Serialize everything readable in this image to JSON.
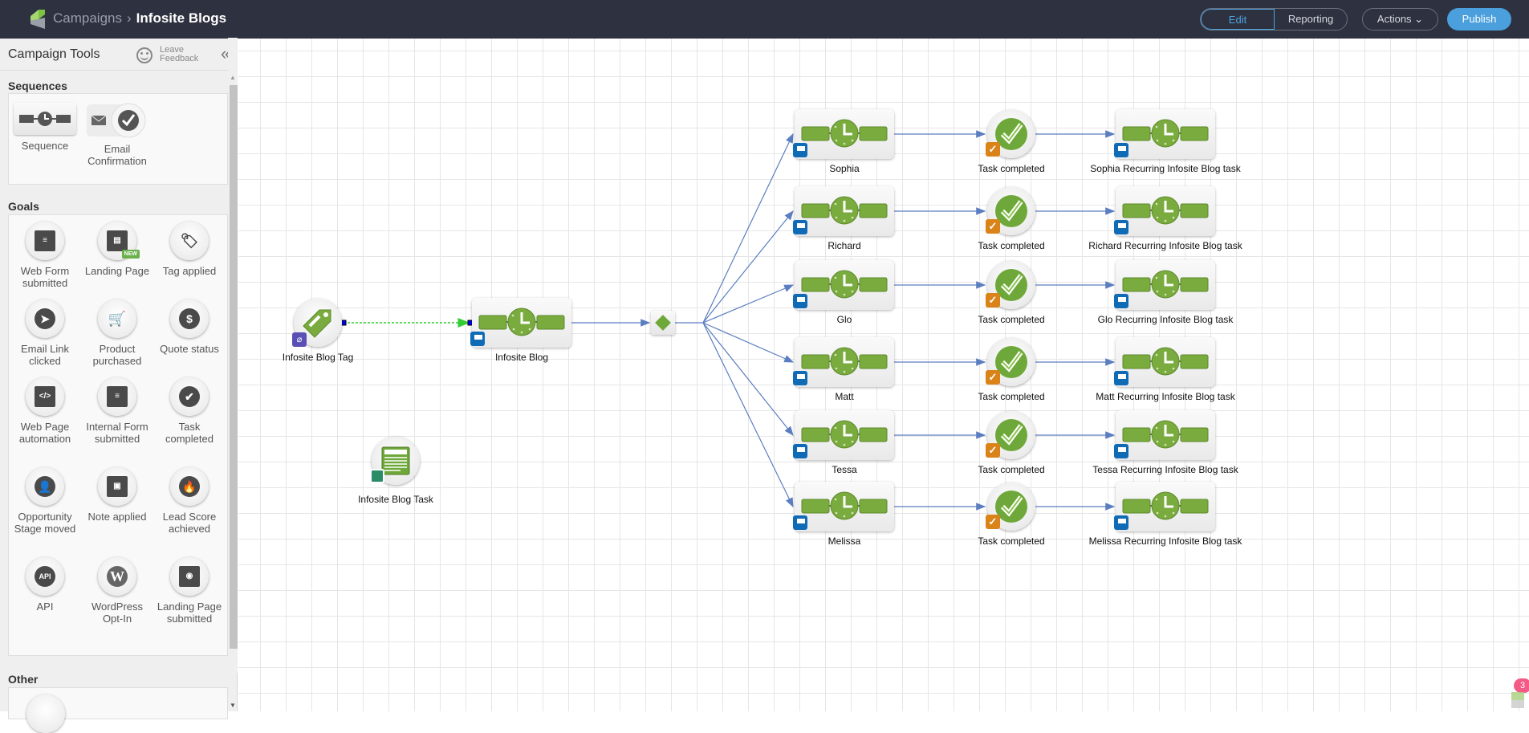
{
  "header": {
    "breadcrumb_root": "Campaigns",
    "breadcrumb_sep": "›",
    "title": "Infosite Blogs",
    "edit_label": "Edit",
    "reporting_label": "Reporting",
    "actions_label": "Actions ⌄",
    "publish_label": "Publish"
  },
  "sidebar": {
    "title": "Campaign Tools",
    "feedback_line1": "Leave",
    "feedback_line2": "Feedback",
    "collapse_glyph": "«",
    "sections": {
      "sequences": {
        "title": "Sequences",
        "items": [
          {
            "label": "Sequence",
            "icon": "sequence-icon"
          },
          {
            "label": "Email Confirmation",
            "icon": "email-confirmation-icon"
          }
        ]
      },
      "goals": {
        "title": "Goals",
        "items": [
          {
            "label": "Web Form submitted",
            "icon": "web-form-icon",
            "glyph": "≡"
          },
          {
            "label": "Landing Page",
            "icon": "landing-page-icon",
            "glyph": "▤",
            "badge": "NEW"
          },
          {
            "label": "Tag applied",
            "icon": "tag-icon",
            "glyph": "🏷"
          },
          {
            "label": "Email Link clicked",
            "icon": "cursor-icon",
            "glyph": "➤"
          },
          {
            "label": "Product purchased",
            "icon": "cart-icon",
            "glyph": "🛒"
          },
          {
            "label": "Quote status",
            "icon": "dollar-icon",
            "glyph": "$"
          },
          {
            "label": "Web Page automation",
            "icon": "code-icon",
            "glyph": "</>"
          },
          {
            "label": "Internal Form submitted",
            "icon": "internal-form-icon",
            "glyph": "≡"
          },
          {
            "label": "Task completed",
            "icon": "check-icon",
            "glyph": "✔"
          },
          {
            "label": "Opportunity Stage moved",
            "icon": "person-icon",
            "glyph": "👤"
          },
          {
            "label": "Note applied",
            "icon": "note-icon",
            "glyph": "▣"
          },
          {
            "label": "Lead Score achieved",
            "icon": "flame-icon",
            "glyph": "🔥"
          },
          {
            "label": "API",
            "icon": "api-icon",
            "glyph": "API"
          },
          {
            "label": "WordPress Opt-In",
            "icon": "wordpress-icon",
            "glyph": "W"
          },
          {
            "label": "Landing Page submitted",
            "icon": "landing-page-submitted-icon",
            "glyph": "◉"
          }
        ]
      },
      "other": {
        "title": "Other"
      }
    }
  },
  "canvas": {
    "start_nodes": [
      {
        "label": "Infosite Blog Tag",
        "type": "goal-tag"
      },
      {
        "label": "Infosite Blog",
        "type": "sequence"
      },
      {
        "label": "Infosite Blog Task",
        "type": "note"
      }
    ],
    "branches": [
      {
        "name": "Sophia",
        "goal": "Task completed",
        "recurring": "Sophia Recurring Infosite Blog task"
      },
      {
        "name": "Richard",
        "goal": "Task completed",
        "recurring": "Richard Recurring Infosite Blog task"
      },
      {
        "name": "Glo",
        "goal": "Task completed",
        "recurring": "Glo Recurring Infosite Blog task"
      },
      {
        "name": "Matt",
        "goal": "Task completed",
        "recurring": "Matt Recurring Infosite Blog task"
      },
      {
        "name": "Tessa",
        "goal": "Task completed",
        "recurring": "Tessa Recurring Infosite Blog task"
      },
      {
        "name": "Melissa",
        "goal": "Task completed",
        "recurring": "Melissa Recurring Infosite Blog task"
      }
    ],
    "notification_count": "3",
    "colors": {
      "link": "#5b7ec0",
      "active_link": "#33cc33",
      "sequence_green": "#7aab3e",
      "flag_blue": "#0f6bb6",
      "task_orange": "#d98318",
      "tag_purple": "#5a4fb5"
    }
  }
}
